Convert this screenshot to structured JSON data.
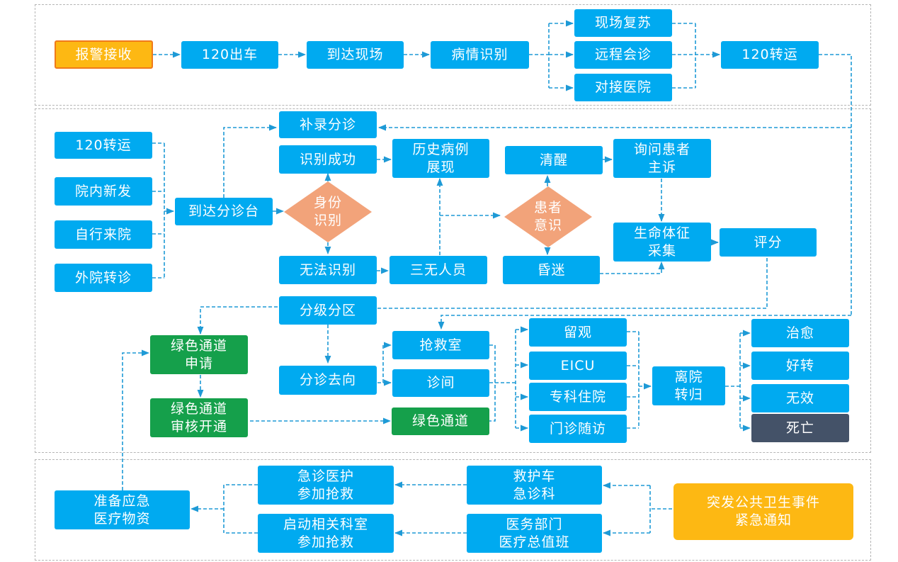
{
  "nodes": {
    "alarm": "报警接收",
    "dispatch": "120出车",
    "arrive_scene": "到达现场",
    "condition_id": "病情识别",
    "cpr": "现场复苏",
    "remote_consult": "远程会诊",
    "dock_hospital": "对接医院",
    "transport_top": "120转运",
    "src_transport": "120转运",
    "src_inhospital": "院内新发",
    "src_walkin": "自行来院",
    "src_referral": "外院转诊",
    "triage_desk": "到达分诊台",
    "identity_check": "身份\n识别",
    "supplement": "补录分诊",
    "id_success": "识别成功",
    "id_fail": "无法识别",
    "history": "历史病例\n展现",
    "three_none": "三无人员",
    "consciousness": "患者\n意识",
    "awake": "清醒",
    "coma": "昏迷",
    "ask_complaint": "询问患者\n主诉",
    "vitals": "生命体征\n采集",
    "score": "评分",
    "grading": "分级分区",
    "green_apply": "绿色通道\n申请",
    "green_approve": "绿色通道\n审核开通",
    "triage_dest": "分诊去向",
    "rescue_room": "抢救室",
    "clinic_room": "诊间",
    "green_channel": "绿色通道",
    "observation": "留观",
    "eicu": "EICU",
    "specialist": "专科住院",
    "outpatient_followup": "门诊随访",
    "discharge": "离院\n转归",
    "cured": "治愈",
    "improved": "好转",
    "ineffective": "无效",
    "death": "死亡",
    "emergency_notice": "突发公共卫生事件\n紧急通知",
    "ambulance": "救护车\n急诊科",
    "medical_dept": "医务部门\n医疗总值班",
    "er_staff": "急诊医护\n参加抢救",
    "related_depts": "启动相关科室\n参加抢救",
    "supplies": "准备应急\n医疗物资"
  },
  "colors": {
    "primary": "#00aaf0",
    "green": "#15a04b",
    "alarm": "#fdb813",
    "alarm_border": "#f07a1a",
    "diamond": "#f2a37a",
    "death": "#445268",
    "connector": "#1e9ad6",
    "section_border": "#b5b5b5"
  }
}
